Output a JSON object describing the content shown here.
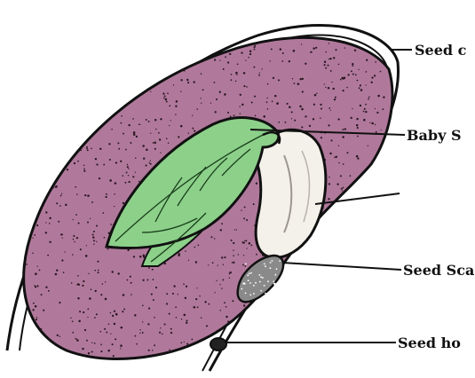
{
  "diagram": {
    "labels": [
      {
        "id": "seed-coat",
        "text": "Seed c"
      },
      {
        "id": "baby-shoot",
        "text": "Baby S"
      },
      {
        "id": "cotyledon",
        "text": ""
      },
      {
        "id": "seed-scar",
        "text": "Seed Sca"
      },
      {
        "id": "seed-hole",
        "text": "Seed ho"
      }
    ],
    "colors": {
      "food_store": "#b0799b",
      "food_dots": "#2a1722",
      "leaf": "#8cd08a",
      "leaf_vein": "#1a3d1a",
      "root": "#f4f0ea",
      "outline": "#111111",
      "scar": "#8a8a8a",
      "background": "#ffffff"
    }
  }
}
